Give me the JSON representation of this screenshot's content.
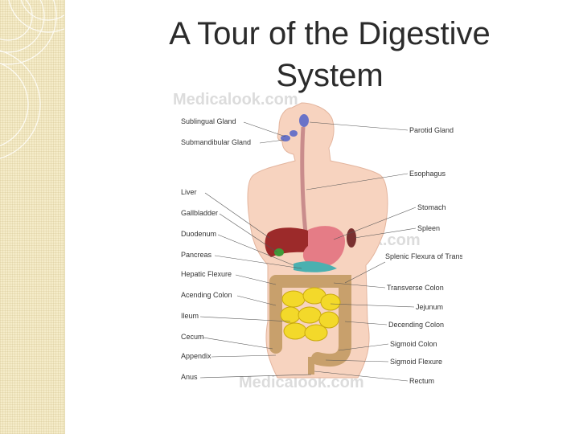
{
  "slide": {
    "title": "A Tour of the Digestive System"
  },
  "figure": {
    "watermark": "Medicalook.com",
    "left_labels": [
      "Sublingual Gland",
      "Submandibular Gland",
      "Liver",
      "Gallbladder",
      "Duodenum",
      "Pancreas",
      "Hepatic Flexure",
      "Acending Colon",
      "Ileum",
      "Cecum",
      "Appendix",
      "Anus"
    ],
    "right_labels": [
      "Parotid Gland",
      "Esophagus",
      "Stomach",
      "Spleen",
      "Splenic Flexura of Transverse Colon",
      "Transverse Colon",
      "Jejunum",
      "Decending Colon",
      "Sigmoid Colon",
      "Sigmoid Flexure",
      "Rectum"
    ]
  }
}
